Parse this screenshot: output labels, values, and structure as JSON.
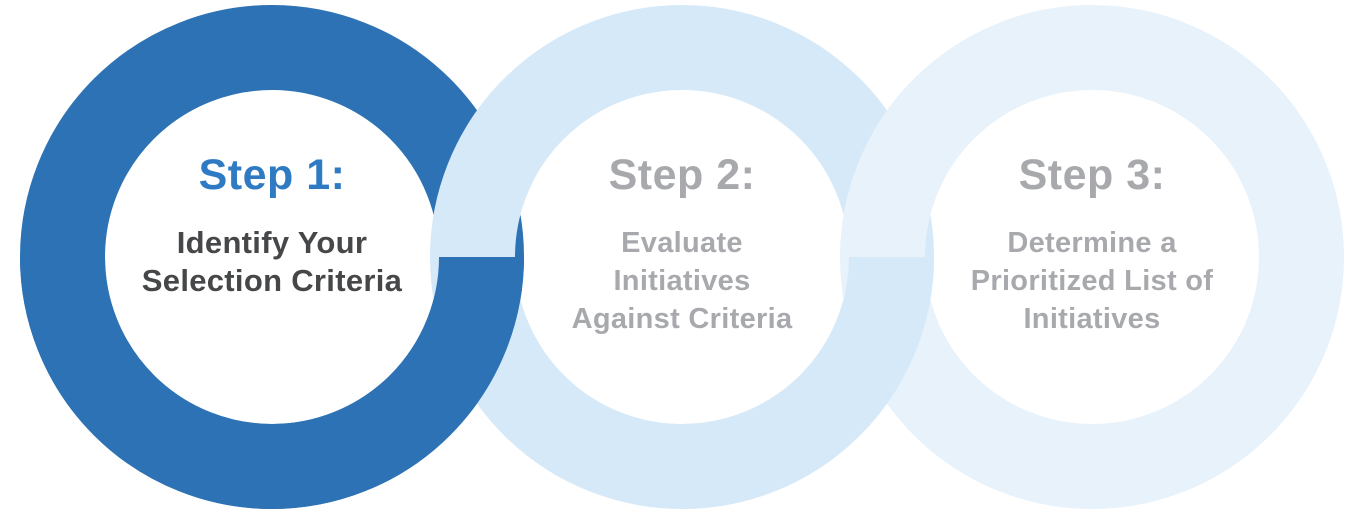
{
  "diagram_title": "Three-step process rings",
  "colors": {
    "background": "#ffffff",
    "step1_ring": "#2d72b4",
    "step1_heading": "#2e7bc4",
    "step1_body": "#454749",
    "step2_ring": "#d6e9f8",
    "step3_ring": "#e8f2fb",
    "muted_text": "#a7a9ac"
  },
  "steps": [
    {
      "heading": "Step 1:",
      "lines": [
        "Identify Your",
        "Selection Criteria"
      ],
      "state": "active"
    },
    {
      "heading": "Step 2:",
      "lines": [
        "Evaluate",
        "Initiatives",
        "Against Criteria"
      ],
      "state": "upcoming"
    },
    {
      "heading": "Step 3:",
      "lines": [
        "Determine a",
        "Prioritized List of",
        "Initiatives"
      ],
      "state": "upcoming"
    }
  ]
}
